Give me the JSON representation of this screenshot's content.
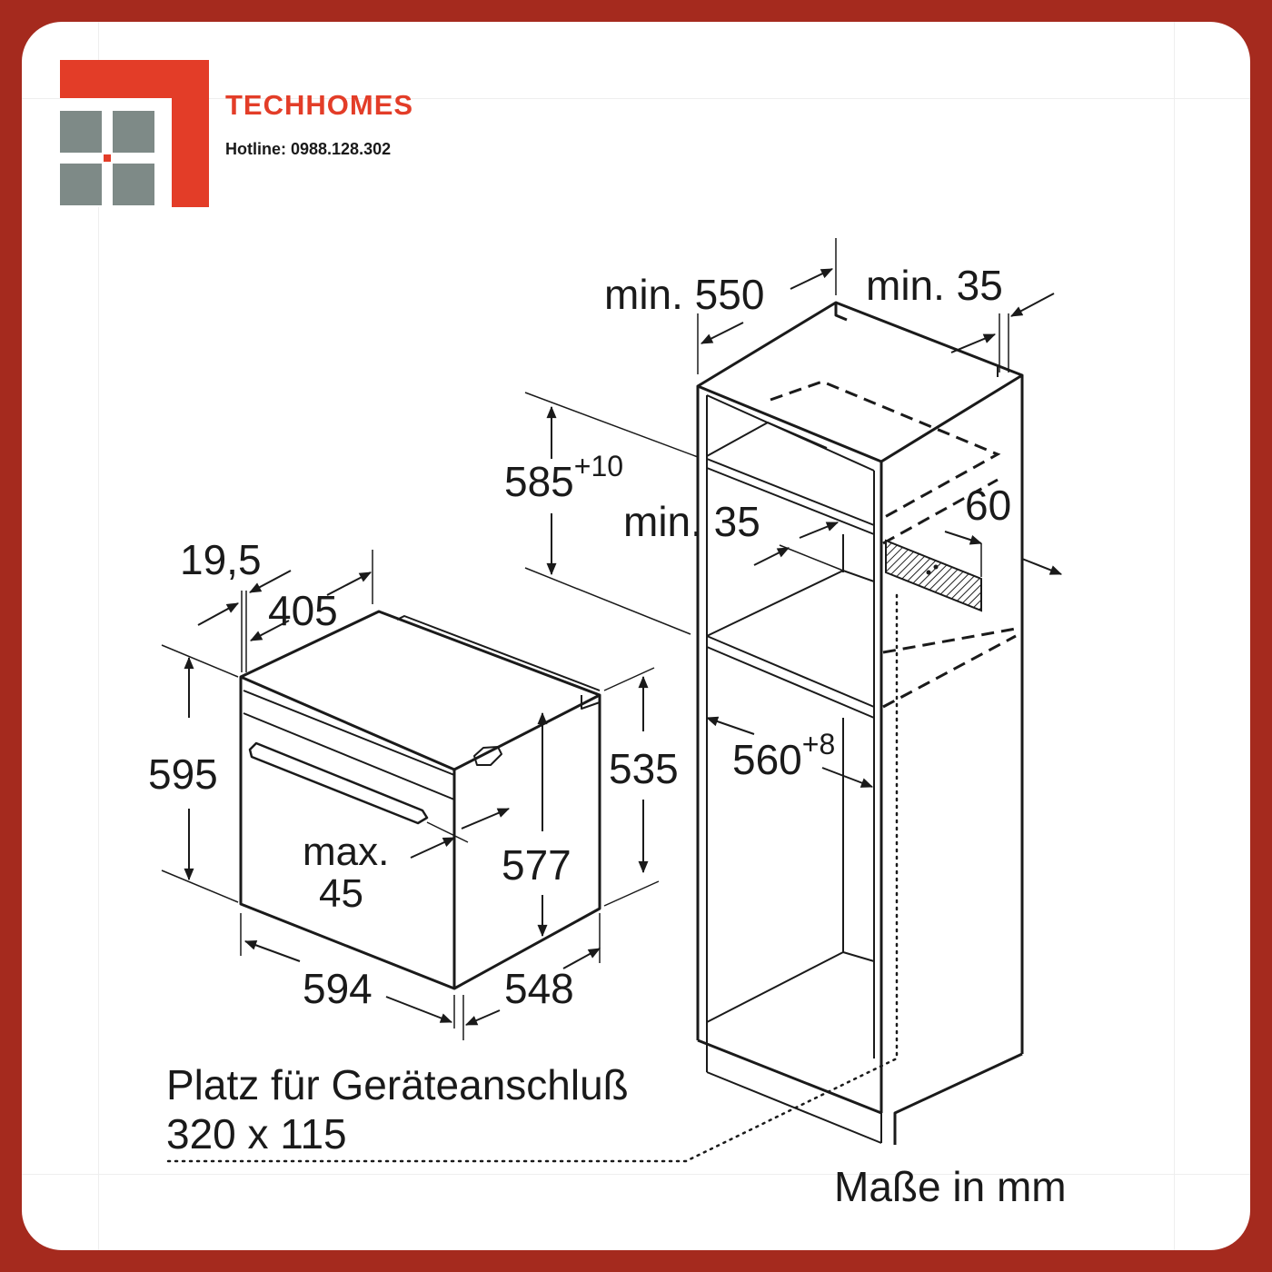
{
  "brand": {
    "name": "TECHHOMES",
    "hotline": "Hotline: 0988.128.302",
    "colors": {
      "red": "#e33d28",
      "gray": "#7e8a87",
      "frame": "#a52a1e"
    }
  },
  "oven": {
    "front_offset": "19,5",
    "depth_top": "405",
    "height_total": "595",
    "height_body": "535",
    "height_inner": "577",
    "handle_line1": "max.",
    "handle_line2": "45",
    "width": "594",
    "depth_body": "548"
  },
  "cabinet": {
    "depth_min": "min. 550",
    "gap_top": "min. 35",
    "niche_height": "585",
    "niche_height_tol": "+10",
    "gap_inner": "min. 35",
    "vent": "60",
    "niche_width": "560",
    "niche_width_tol": "+8"
  },
  "notes": {
    "connection_line1": "Platz für Geräteanschluß",
    "connection_line2": "320 x 115",
    "units": "Maße in mm"
  }
}
